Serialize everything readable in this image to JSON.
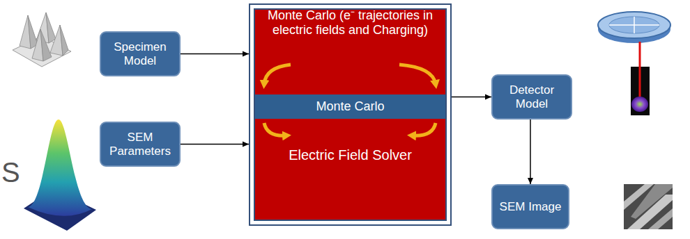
{
  "diagram": {
    "nodes": [
      {
        "text": [
          "Specimen Model"
        ]
      },
      {
        "text": [
          "SEM Parameters"
        ]
      },
      {
        "text": [
          "Monte Carlo (e⁻ trajectories in electric fields and Charging)",
          "Electric Field Solver"
        ]
      },
      {
        "text": [
          "Monte Carlo"
        ],
        "in": 2
      },
      {
        "text": [
          "Detector Model"
        ]
      },
      {
        "text": [
          "SEM Image"
        ]
      }
    ],
    "edges": [
      {
        "from": 0,
        "to": 2,
        "arrow": "to"
      },
      {
        "from": 1,
        "to": 2,
        "arrow": "to"
      },
      {
        "from": 2,
        "to": 4,
        "arrow": "to"
      },
      {
        "from": 4,
        "to": 5,
        "arrow": "to"
      }
    ],
    "labels": [
      "S"
    ]
  }
}
